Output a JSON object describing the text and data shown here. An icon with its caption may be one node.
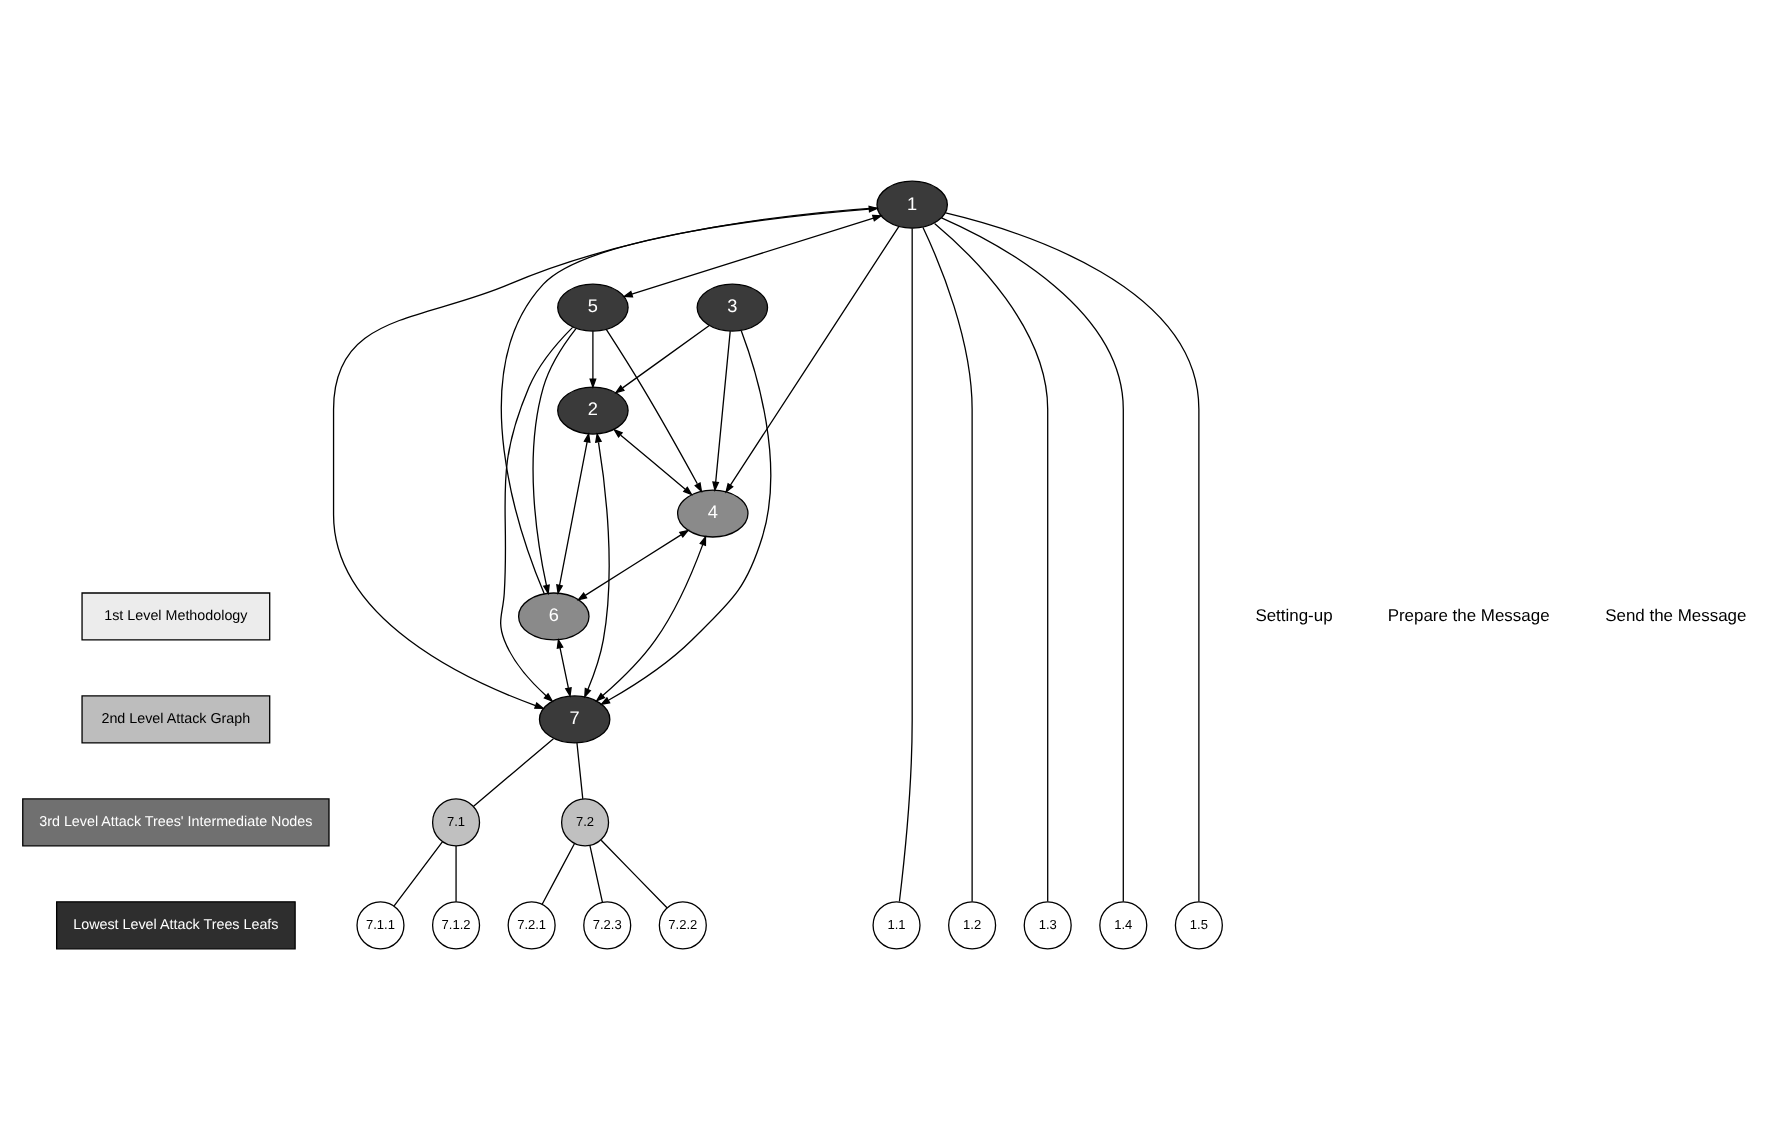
{
  "diagram": {
    "nodes": [
      {
        "text": [
          "1st Level Methodology"
        ]
      },
      {
        "text": [
          "2nd Level Attack Graph"
        ]
      },
      {
        "text": [
          "3rd Level Attack Trees' Intermediate Nodes"
        ]
      },
      {
        "text": [
          "Lowest Level Attack Trees Leafs"
        ]
      },
      {
        "text": [
          "1"
        ]
      },
      {
        "text": [
          "2"
        ]
      },
      {
        "text": [
          "3"
        ]
      },
      {
        "text": [
          "4"
        ]
      },
      {
        "text": [
          "5"
        ]
      },
      {
        "text": [
          "6"
        ]
      },
      {
        "text": [
          "7"
        ]
      },
      {
        "text": [
          "7.1"
        ]
      },
      {
        "text": [
          "7.2"
        ]
      },
      {
        "text": [
          "1.1"
        ]
      },
      {
        "text": [
          "1.2"
        ]
      },
      {
        "text": [
          "1.3"
        ]
      },
      {
        "text": [
          "1.4"
        ]
      },
      {
        "text": [
          "1.5"
        ]
      },
      {
        "text": [
          "7.1.1"
        ]
      },
      {
        "text": [
          "7.1.2"
        ]
      },
      {
        "text": [
          "7.2.1"
        ]
      },
      {
        "text": [
          "7.2.3"
        ]
      },
      {
        "text": [
          "7.2.2"
        ]
      }
    ],
    "edges": [
      {
        "from": 5,
        "to": 7,
        "arrow": "both"
      },
      {
        "from": 7,
        "to": 9,
        "arrow": "both"
      },
      {
        "from": 9,
        "to": 10,
        "arrow": "both"
      },
      {
        "from": 5,
        "to": 9,
        "arrow": "both"
      },
      {
        "from": 5,
        "to": 10,
        "arrow": "both"
      },
      {
        "from": 7,
        "to": 10,
        "arrow": "both"
      },
      {
        "from": 4,
        "to": 7,
        "arrow": "to"
      },
      {
        "from": 9,
        "to": 4,
        "arrow": "to"
      },
      {
        "from": 4,
        "to": 10,
        "arrow": "to"
      },
      {
        "from": 4,
        "to": 8,
        "arrow": "both"
      },
      {
        "from": 6,
        "to": 5,
        "arrow": "to"
      },
      {
        "from": 6,
        "to": 7,
        "arrow": "to"
      },
      {
        "from": 6,
        "to": 10,
        "arrow": "to"
      },
      {
        "from": 8,
        "to": 5,
        "arrow": "to"
      },
      {
        "from": 8,
        "to": 7,
        "arrow": "to"
      },
      {
        "from": 8,
        "to": 9,
        "arrow": "to"
      },
      {
        "from": 8,
        "to": 10,
        "arrow": "to"
      },
      {
        "from": 4,
        "to": 13,
        "arrow": "none"
      },
      {
        "from": 4,
        "to": 14,
        "arrow": "none"
      },
      {
        "from": 4,
        "to": 15,
        "arrow": "none"
      },
      {
        "from": 4,
        "to": 16,
        "arrow": "none"
      },
      {
        "from": 4,
        "to": 17,
        "arrow": "none"
      },
      {
        "from": 10,
        "to": 11,
        "arrow": "none"
      },
      {
        "from": 10,
        "to": 12,
        "arrow": "none"
      },
      {
        "from": 11,
        "to": 18,
        "arrow": "none"
      },
      {
        "from": 11,
        "to": 19,
        "arrow": "none"
      },
      {
        "from": 12,
        "to": 20,
        "arrow": "none"
      },
      {
        "from": 12,
        "to": 21,
        "arrow": "none"
      },
      {
        "from": 12,
        "to": 22,
        "arrow": "none"
      }
    ],
    "labels": [
      "Setting-up",
      "Prepare the Message",
      "Send the Message"
    ]
  }
}
